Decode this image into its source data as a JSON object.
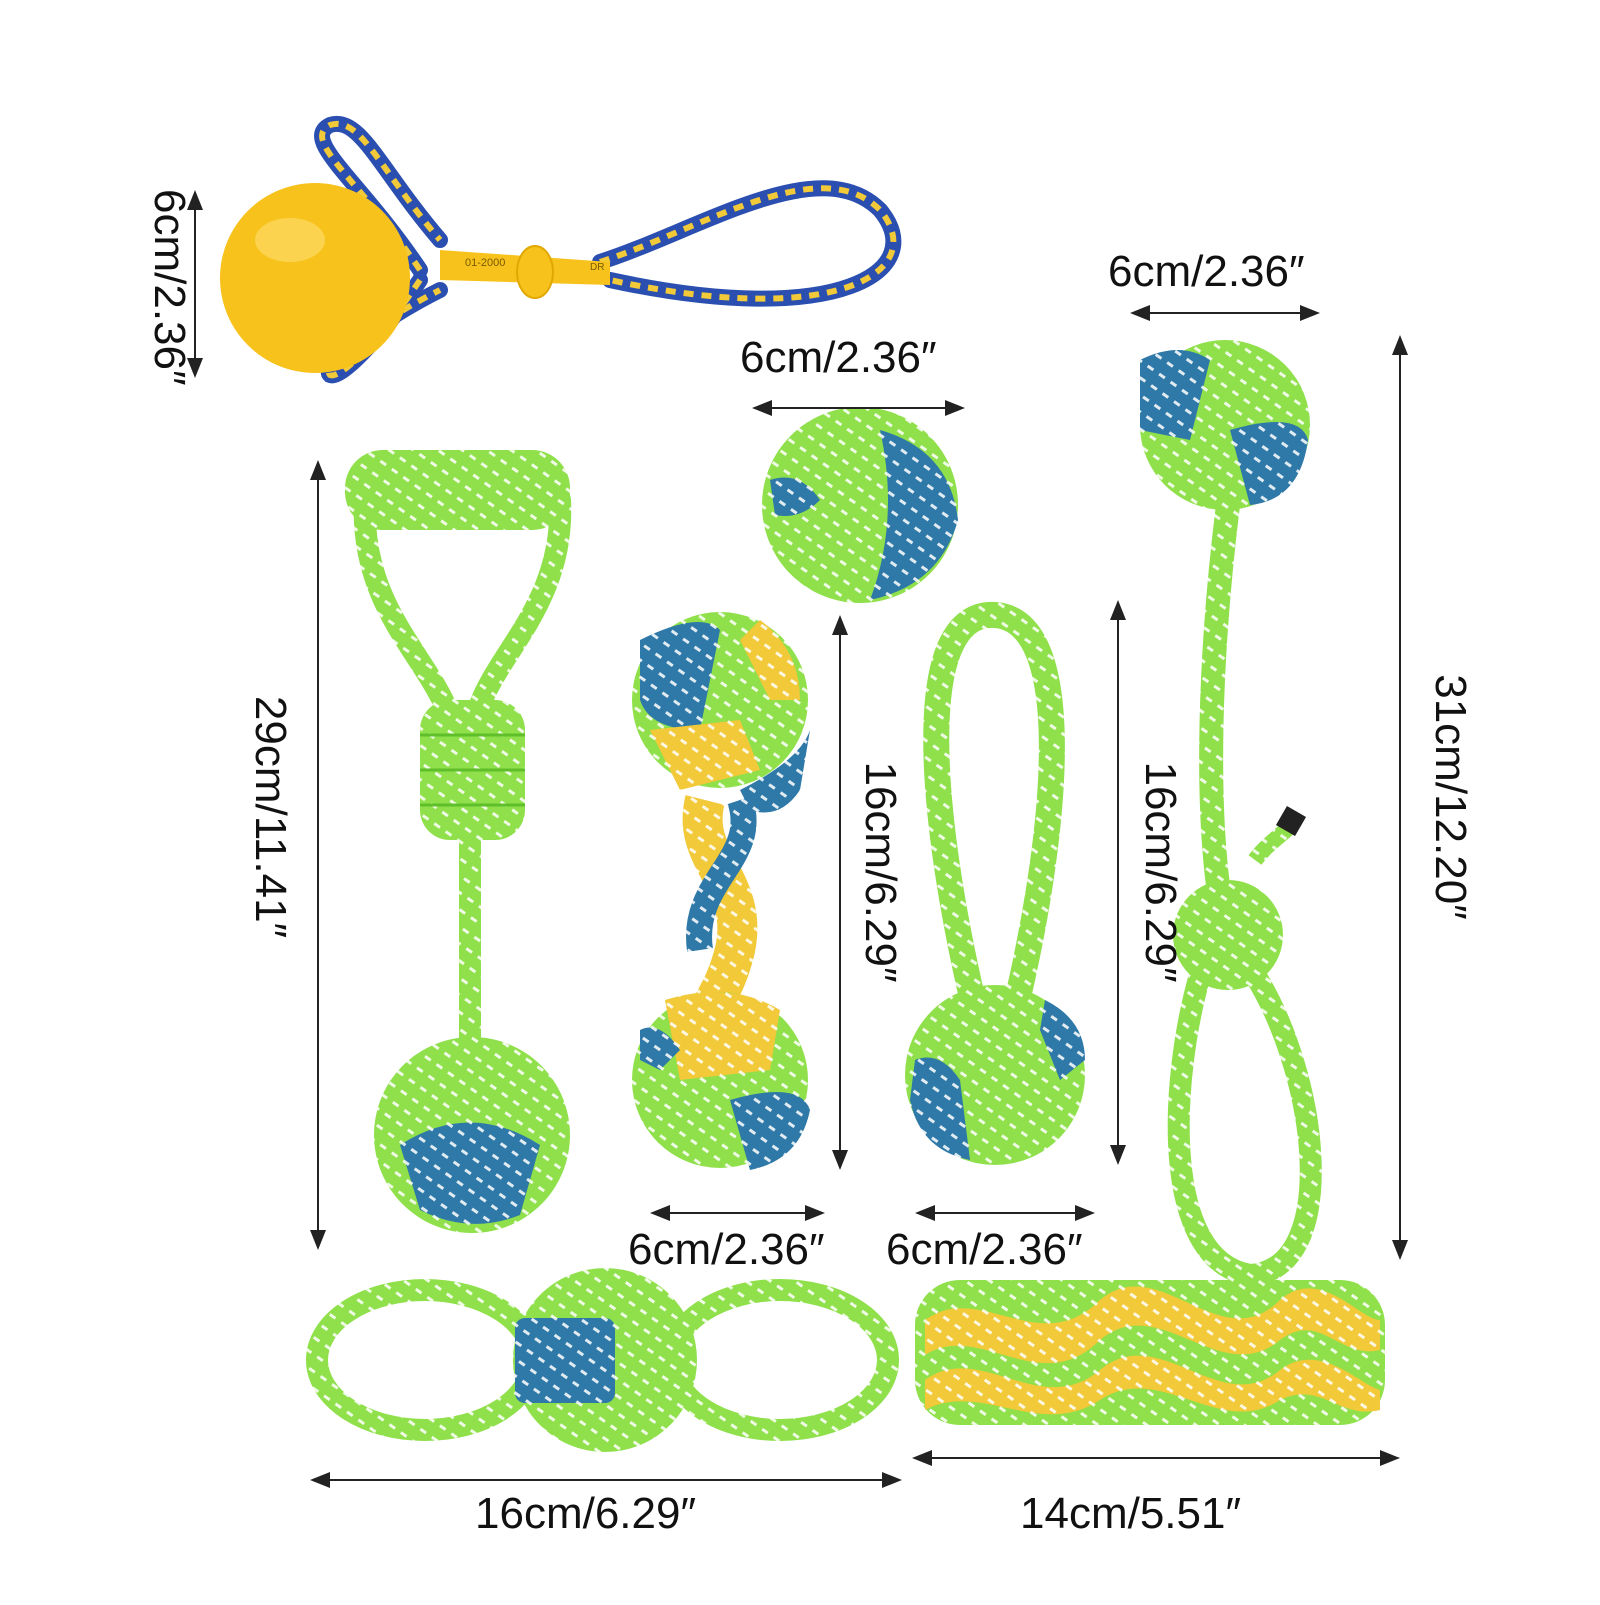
{
  "colors": {
    "green": "#8fe04a",
    "green_dark": "#5fbf2a",
    "blue": "#2f79a8",
    "yellow": "#f2c938",
    "ball_yellow": "#f7c21b",
    "rope_blue": "#2b4fb0",
    "stripe": "#ffffff",
    "arrow": "#222222"
  },
  "icons": [
    "rubber-ball-icon",
    "rope-knot-icon"
  ],
  "products": [
    {
      "name": "ball-on-rope",
      "dimension": "6cm/2.36″",
      "ball_text": "01-2000",
      "ball_text2": "DR"
    },
    {
      "name": "small-knot-ball",
      "dimension": "6cm/2.36″"
    },
    {
      "name": "long-knot-tug",
      "width": "6cm/2.36″",
      "length": "31cm/12.20″"
    },
    {
      "name": "handle-tug",
      "length": "29cm/11.41″"
    },
    {
      "name": "dumbbell",
      "length": "16cm/6.29″",
      "width": "6cm/2.36″"
    },
    {
      "name": "loop-knot",
      "length": "16cm/6.29″",
      "width": "6cm/2.36″"
    },
    {
      "name": "double-loop",
      "length": "16cm/6.29″"
    },
    {
      "name": "braided-stick",
      "length": "14cm/5.51″"
    }
  ]
}
